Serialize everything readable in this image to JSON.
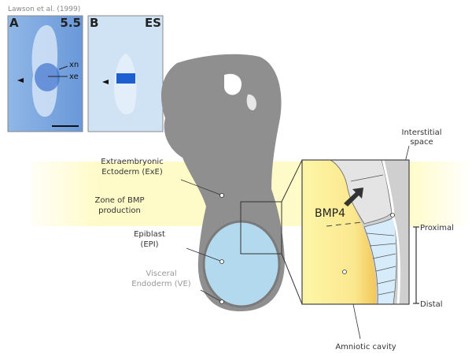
{
  "citation": "Lawson et al. (1999)",
  "panels": [
    {
      "letter": "A",
      "stage": "5.5",
      "labels": [
        "xn",
        "xe"
      ]
    },
    {
      "letter": "B",
      "stage": "ES"
    }
  ],
  "labels": {
    "exe": [
      "Extraembryonic",
      "Ectoderm (ExE)"
    ],
    "zone": [
      "Zone of BMP",
      "production"
    ],
    "epi": [
      "Epiblast",
      "(EPI)"
    ],
    "ve": [
      "Visceral",
      "Endoderm (VE)"
    ],
    "interstitial": [
      "Interstitial",
      "space"
    ],
    "bmp4": "BMP4",
    "proximal": "Proximal",
    "distal": "Distal",
    "amniotic": "Amniotic cavity"
  },
  "colors": {
    "zone": "#fffbc8",
    "epiblast": "#b3d9ef",
    "embryo": "#8f8f8f",
    "cavity": "#fbe58a"
  }
}
